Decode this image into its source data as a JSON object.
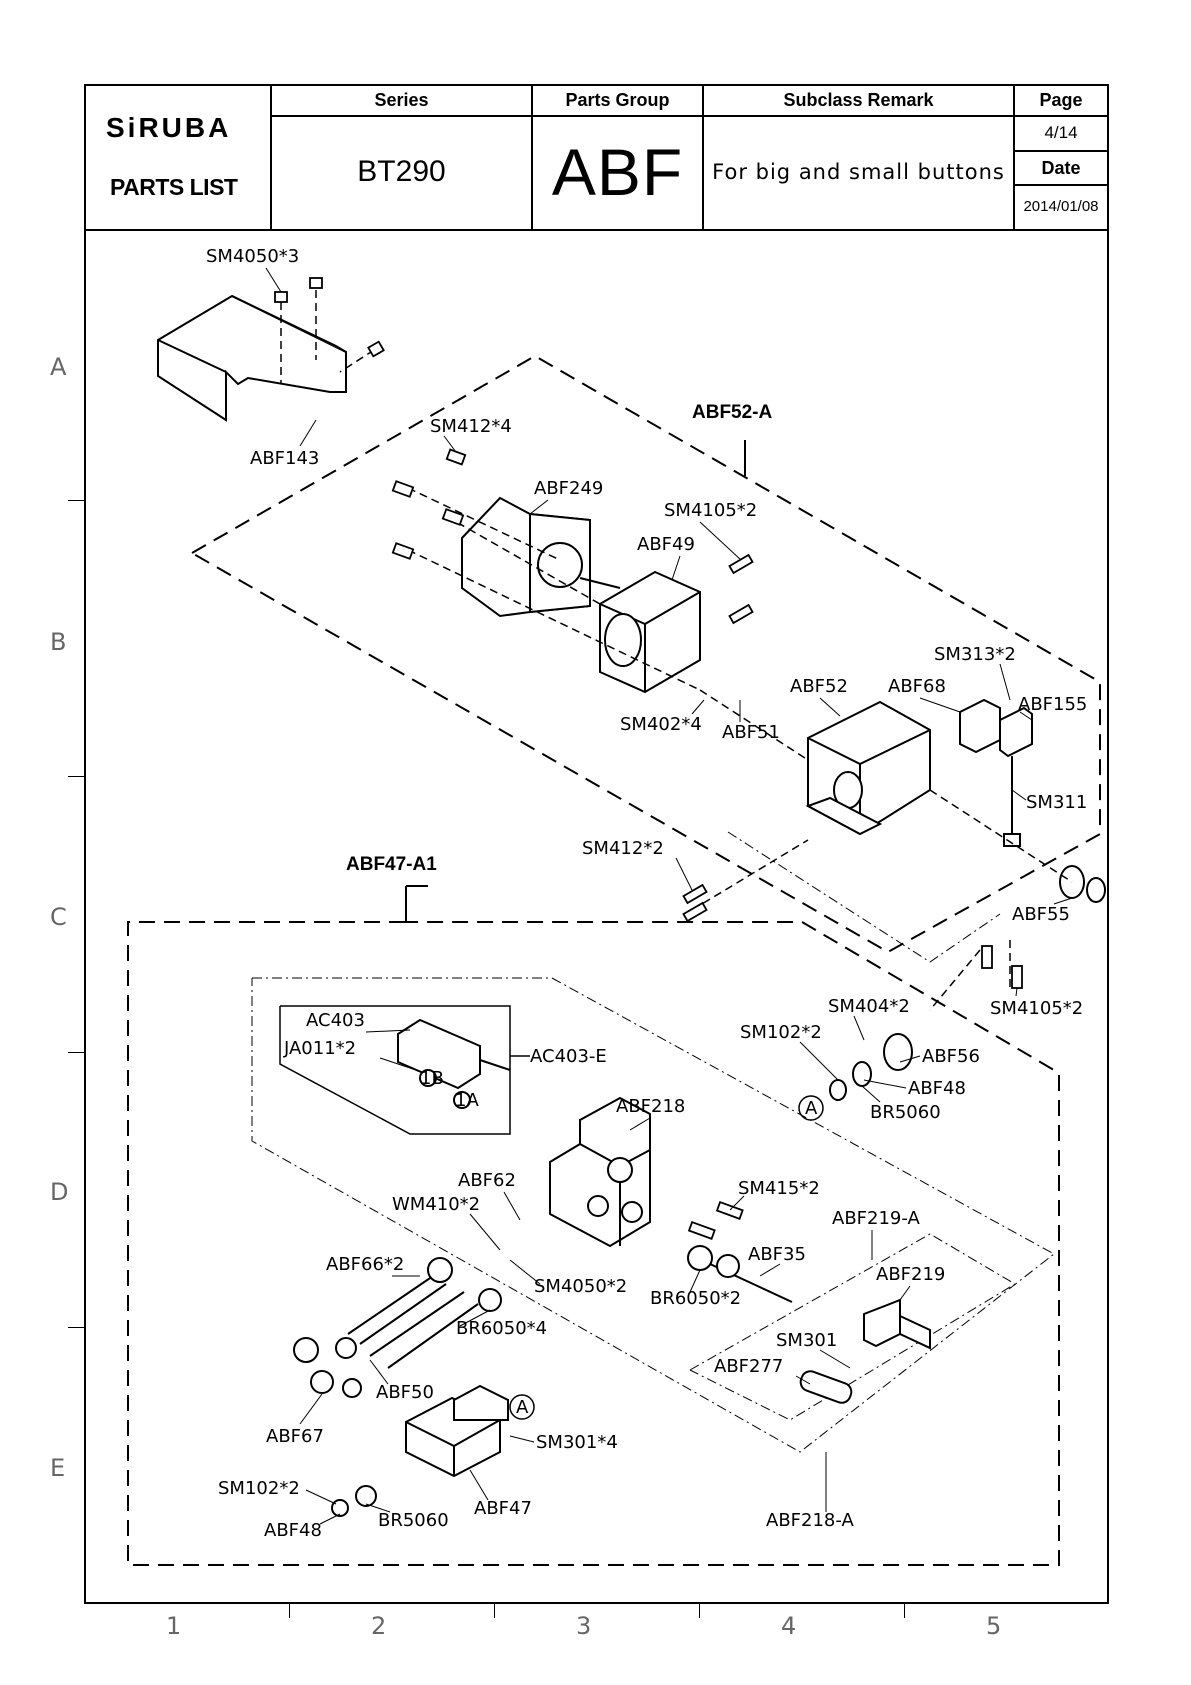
{
  "header": {
    "brand": "SiRUBA",
    "parts_list_label": "PARTS LIST",
    "series_label": "Series",
    "series_value": "BT290",
    "parts_group_label": "Parts Group",
    "parts_group_value": "ABF",
    "subclass_label": "Subclass Remark",
    "subclass_value": "For big and small buttons",
    "page_label": "Page",
    "page_value": "4/14",
    "date_label": "Date",
    "date_value": "2014/01/08"
  },
  "grid": {
    "rows": [
      "A",
      "B",
      "C",
      "D",
      "E"
    ],
    "cols": [
      "1",
      "2",
      "3",
      "4",
      "5"
    ]
  },
  "assemblies": {
    "upper": "ABF52-A",
    "lower": "ABF47-A1",
    "cylinder": "AC403-E",
    "slide": "ABF219-A",
    "block": "ABF218-A"
  },
  "parts": {
    "sm4050_3": "SM4050*3",
    "abf143": "ABF143",
    "sm412_4": "SM412*4",
    "abf249": "ABF249",
    "sm4105_2a": "SM4105*2",
    "abf49": "ABF49",
    "sm313_2": "SM313*2",
    "abf52": "ABF52",
    "abf68": "ABF68",
    "abf155": "ABF155",
    "sm402_4": "SM402*4",
    "abf51": "ABF51",
    "sm311": "SM311",
    "sm412_2": "SM412*2",
    "abf55": "ABF55",
    "sm4105_2b": "SM4105*2",
    "sm404_2": "SM404*2",
    "sm102_2a": "SM102*2",
    "abf56": "ABF56",
    "abf48a": "ABF48",
    "br5060a": "BR5060",
    "marker_a": "A",
    "ac403": "AC403",
    "ja011_2": "JA011*2",
    "port_1b": "1B",
    "port_1a": "1A",
    "abf218": "ABF218",
    "abf62": "ABF62",
    "wm410_2": "WM410*2",
    "sm415_2": "SM415*2",
    "abf35": "ABF35",
    "abf66_2": "ABF66*2",
    "sm4050_2": "SM4050*2",
    "br6050_2": "BR6050*2",
    "abf219": "ABF219",
    "br6050_4": "BR6050*4",
    "sm301": "SM301",
    "abf277": "ABF277",
    "abf50": "ABF50",
    "abf67": "ABF67",
    "sm301_4": "SM301*4",
    "sm102_2b": "SM102*2",
    "abf48b": "ABF48",
    "br5060b": "BR5060",
    "abf47": "ABF47"
  }
}
